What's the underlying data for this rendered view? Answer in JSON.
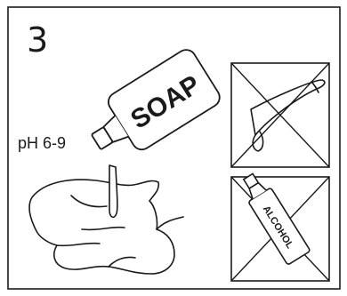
{
  "step": {
    "number": "3"
  },
  "ph": {
    "label": "pH 6-9"
  },
  "bottle": {
    "label": "SOAP"
  },
  "forbidden": {
    "top_icon": "tube-crossed-out-icon",
    "bottom_label": "ALCOHOL",
    "bottom_icon": "alcohol-bottle-crossed-out-icon"
  },
  "colors": {
    "ink": "#1a1a1a",
    "background": "#ffffff"
  }
}
